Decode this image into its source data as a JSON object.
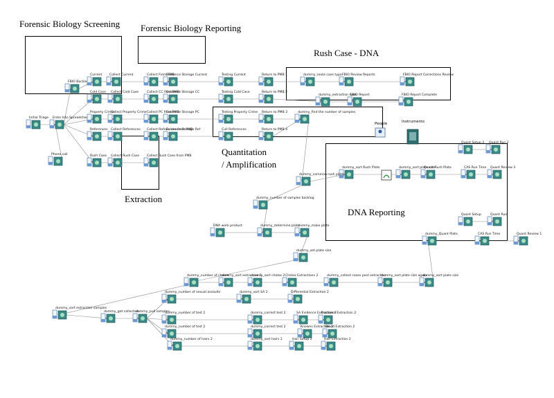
{
  "regions": {
    "screening": "Forensic Biology Screening",
    "reporting": "Forensic Biology Reporting",
    "rush": "Rush Case - DNA",
    "quant": "Quantitation",
    "amp": "/ Amplification",
    "extraction": "Extraction",
    "dna_reporting": "DNA Reporting"
  },
  "resources": {
    "people": "People",
    "instruments": "Instruments"
  },
  "nodes": [
    {
      "id": "n1",
      "label": "Initial Triage",
      "kind": "activity"
    },
    {
      "id": "n2",
      "label": "Enter Into Spreadsheet",
      "kind": "activity"
    },
    {
      "id": "n3",
      "label": "Phone call",
      "kind": "activity"
    },
    {
      "id": "n4",
      "label": "FBIO Backlog",
      "kind": "activity"
    },
    {
      "id": "n5",
      "label": "Current",
      "kind": "activity"
    },
    {
      "id": "n6",
      "label": "Collect Current",
      "kind": "activity"
    },
    {
      "id": "n7",
      "label": "Collect From PMB",
      "kind": "activity"
    },
    {
      "id": "n8",
      "label": "Evidence Storage Current",
      "kind": "activity"
    },
    {
      "id": "n9",
      "label": "Testing Current",
      "kind": "activity"
    },
    {
      "id": "n10",
      "label": "Return to PMB 1",
      "kind": "activity"
    },
    {
      "id": "n11",
      "label": "dummy_route case type",
      "kind": "activity"
    },
    {
      "id": "n12",
      "label": "FBIO Review Reports",
      "kind": "activity"
    },
    {
      "id": "n13",
      "label": "FBIO Report Corrections Review",
      "kind": "activity"
    },
    {
      "id": "n14",
      "label": "Cold Case",
      "kind": "activity"
    },
    {
      "id": "n15",
      "label": "Collect Cold Case",
      "kind": "activity"
    },
    {
      "id": "n16",
      "label": "Collect CC from PMB",
      "kind": "activity"
    },
    {
      "id": "n17",
      "label": "Evidence Storage CC",
      "kind": "activity"
    },
    {
      "id": "n18",
      "label": "Testing Cold Case",
      "kind": "activity"
    },
    {
      "id": "n19",
      "label": "Return to PMB 2",
      "kind": "activity"
    },
    {
      "id": "n20",
      "label": "dummy_extraction type",
      "kind": "activity"
    },
    {
      "id": "n21",
      "label": "FBIO Report",
      "kind": "activity"
    },
    {
      "id": "n22",
      "label": "FBIO Report Complete",
      "kind": "activity"
    },
    {
      "id": "n23",
      "label": "Property Crime",
      "kind": "activity"
    },
    {
      "id": "n24",
      "label": "Collect Property Crime",
      "kind": "activity"
    },
    {
      "id": "n25",
      "label": "Collect PC from PMB",
      "kind": "activity"
    },
    {
      "id": "n26",
      "label": "Evidence Storage PC",
      "kind": "activity"
    },
    {
      "id": "n27",
      "label": "Testing Property Crime",
      "kind": "activity"
    },
    {
      "id": "n28",
      "label": "Return to PMB 3",
      "kind": "activity"
    },
    {
      "id": "n29",
      "label": "References",
      "kind": "activity"
    },
    {
      "id": "n30",
      "label": "Collect References",
      "kind": "activity"
    },
    {
      "id": "n31",
      "label": "Collect References from PMB",
      "kind": "activity"
    },
    {
      "id": "n32",
      "label": "Evidence Storage Ref",
      "kind": "activity"
    },
    {
      "id": "n33",
      "label": "Cull References",
      "kind": "activity"
    },
    {
      "id": "n34",
      "label": "Return to PMB 4",
      "kind": "activity"
    },
    {
      "id": "n35",
      "label": "dummy_find the number of samples",
      "kind": "activity"
    },
    {
      "id": "n36",
      "label": "Rush Case",
      "kind": "activity"
    },
    {
      "id": "n37",
      "label": "Collect Rush Case",
      "kind": "activity"
    },
    {
      "id": "n38",
      "label": "Collect Rush Case from PMB",
      "kind": "activity"
    },
    {
      "id": "n39",
      "label": "dummy_sort Rush Plate",
      "kind": "activity"
    },
    {
      "id": "n40",
      "label": "dummy_sort plate size",
      "kind": "activity"
    },
    {
      "id": "n41",
      "label": "Quant Rush Plate",
      "kind": "activity"
    },
    {
      "id": "n42",
      "label": "CAS Run Time",
      "kind": "activity"
    },
    {
      "id": "n43",
      "label": "Quant Review 3",
      "kind": "activity"
    },
    {
      "id": "n44",
      "label": "Quant Setup 2",
      "kind": "activity"
    },
    {
      "id": "n45",
      "label": "Quant Run 2",
      "kind": "activity"
    },
    {
      "id": "n46",
      "label": "dummy_common rush plate",
      "kind": "activity"
    },
    {
      "id": "n47",
      "label": "dummy_number of samples backlog",
      "kind": "activity"
    },
    {
      "id": "n48",
      "label": "DNA work product",
      "kind": "activity"
    },
    {
      "id": "n49",
      "label": "dummy_determine plate",
      "kind": "activity"
    },
    {
      "id": "n50",
      "label": "dummy_make plate",
      "kind": "activity"
    },
    {
      "id": "n51",
      "label": "dummy_Quant Plate",
      "kind": "activity"
    },
    {
      "id": "n52",
      "label": "Quant Setup",
      "kind": "activity"
    },
    {
      "id": "n53",
      "label": "Quant Run",
      "kind": "activity"
    },
    {
      "id": "n54",
      "label": "CAS Run Time",
      "kind": "activity"
    },
    {
      "id": "n55",
      "label": "Quant Review 1",
      "kind": "activity"
    },
    {
      "id": "n56",
      "label": "dummy_set plate size",
      "kind": "activity"
    },
    {
      "id": "n57",
      "label": "dummy_number of chelex",
      "kind": "activity"
    },
    {
      "id": "n58",
      "label": "dummy_sort extraction 2",
      "kind": "activity"
    },
    {
      "id": "n59",
      "label": "dummy_sort chelex 2",
      "kind": "activity"
    },
    {
      "id": "n60",
      "label": "Chelex Extractions 2",
      "kind": "activity"
    },
    {
      "id": "n61",
      "label": "dummy_collect cases post extraction",
      "kind": "activity"
    },
    {
      "id": "n62",
      "label": "dummy_sort plate size again",
      "kind": "activity"
    },
    {
      "id": "n63",
      "label": "dummy_sort plate size",
      "kind": "activity"
    },
    {
      "id": "n64",
      "label": "dummy_sort extraction samples",
      "kind": "activity"
    },
    {
      "id": "n65",
      "label": "dummy_get collection",
      "kind": "activity"
    },
    {
      "id": "n66",
      "label": "dummy_pull samples",
      "kind": "activity"
    },
    {
      "id": "n67",
      "label": "dummy_number of sexual assaults",
      "kind": "activity"
    },
    {
      "id": "n68",
      "label": "dummy_number of test 2",
      "kind": "activity"
    },
    {
      "id": "n69",
      "label": "dummy_number of test 2",
      "kind": "activity"
    },
    {
      "id": "n70",
      "label": "dummy_number of hairs 2",
      "kind": "activity"
    },
    {
      "id": "n71",
      "label": "dummy_sort SA 2",
      "kind": "activity"
    },
    {
      "id": "n72",
      "label": "dummy_correct test 2",
      "kind": "activity"
    },
    {
      "id": "n73",
      "label": "dummy_correct test 2",
      "kind": "activity"
    },
    {
      "id": "n74",
      "label": "dummy_sort hairs 2",
      "kind": "activity"
    },
    {
      "id": "n75",
      "label": "Differential Extraction 2",
      "kind": "activity"
    },
    {
      "id": "n76",
      "label": "SA Evidence Extraction 2",
      "kind": "activity"
    },
    {
      "id": "n77",
      "label": "Knowns Extraction 2",
      "kind": "activity"
    },
    {
      "id": "n78",
      "label": "Hair Setup 2",
      "kind": "activity"
    },
    {
      "id": "n79",
      "label": "Hair Extraction 2",
      "kind": "activity"
    },
    {
      "id": "n80",
      "label": "Evidence Extraction 2",
      "kind": "activity"
    },
    {
      "id": "n81",
      "label": "Blood Extraction 2",
      "kind": "activity"
    }
  ]
}
